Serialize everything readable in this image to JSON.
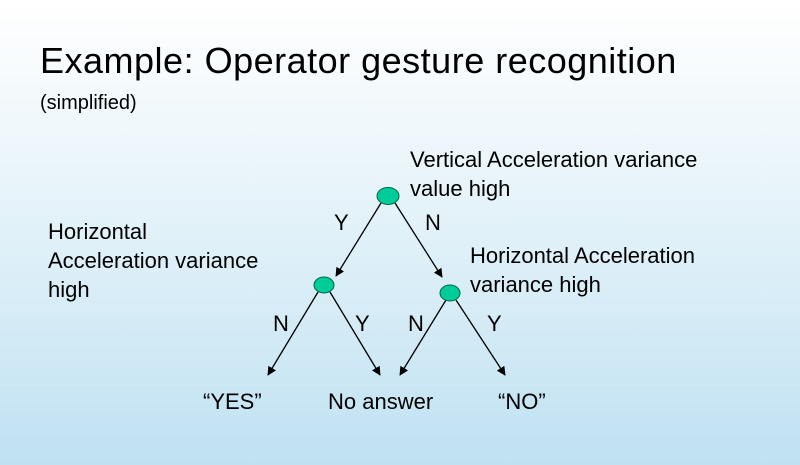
{
  "slide": {
    "title": "Example: Operator gesture recognition",
    "subtitle": "(simplified)"
  },
  "nodes": {
    "root_label": [
      "Vertical Acceleration variance",
      "value high"
    ],
    "left_label": [
      "Horizontal",
      "Acceleration variance",
      "high"
    ],
    "right_label": [
      "Horizontal Acceleration",
      "variance high"
    ]
  },
  "edges": {
    "root_left": "Y",
    "root_right": "N",
    "left_left": "N",
    "left_right": "Y",
    "right_left": "N",
    "right_right": "Y"
  },
  "leaves": {
    "yes": "“YES”",
    "no_answer": "No answer",
    "no": "“NO”"
  },
  "colors": {
    "node_fill": "#00cc99",
    "node_stroke": "#006644",
    "line": "#000000"
  }
}
